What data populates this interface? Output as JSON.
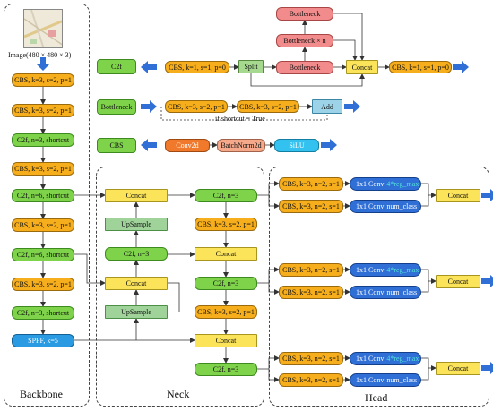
{
  "sections": {
    "backbone": "Backbone",
    "neck": "Neck",
    "head": "Head"
  },
  "input_label": "Image(480 × 480 × 3)",
  "backbone_layers": [
    "CBS, k=3, s=2, p=1",
    "CBS, k=3, s=2, p=1",
    "C2f, n=3, shortcut",
    "CBS, k=3, s=2, p=1",
    "C2f, n=6, shortcut",
    "CBS, k=3, s=2, p=1",
    "C2f, n=6, shortcut",
    "CBS, k=3, s=2, p=1",
    "C2f, n=3, shortcut",
    "SPPF, k=5"
  ],
  "neck_nodes": {
    "concat": "Concat",
    "upsample": "UpSample",
    "c2f": "C2f, n=3",
    "cbs": "CBS, k=3, s=2, p=1"
  },
  "head_nodes": {
    "cbs": "CBS, k=3, n=2, s=1",
    "conv_prefix": "1x1 Conv",
    "reg": "4*reg_max",
    "cls": "num_class",
    "concat": "Concat"
  },
  "legend": {
    "c2f": {
      "label": "C2f",
      "cbs_in": "CBS, k=1, s=1, p=0",
      "split": "Split",
      "bottleneck_top": "Bottleneck",
      "bottleneck_mid": "Bottleneck × n",
      "bottleneck_bot": "Bottleneck",
      "concat": "Concat",
      "cbs_out": "CBS, k=1, s=1, p=0"
    },
    "bottleneck": {
      "label": "Bottleneck",
      "cbs1": "CBS, k=3, s=2, p=1",
      "cbs2": "CBS, k=3, s=2, p=1",
      "add": "Add",
      "note": "if shortcut = True"
    },
    "cbs": {
      "label": "CBS",
      "conv": "Conv2d",
      "bn": "BatchNorm2d",
      "act": "SiLU"
    }
  },
  "colors": {
    "cbs": "#f6ae1d",
    "c2f": "#7fd34b",
    "concat": "#fbe35a",
    "upsample": "#9fd39a",
    "bottleneck": "#f28b8b",
    "sppf": "#2a9be3",
    "conv11": "#2f6fd6",
    "arrow_blue": "#2f6fd6"
  }
}
